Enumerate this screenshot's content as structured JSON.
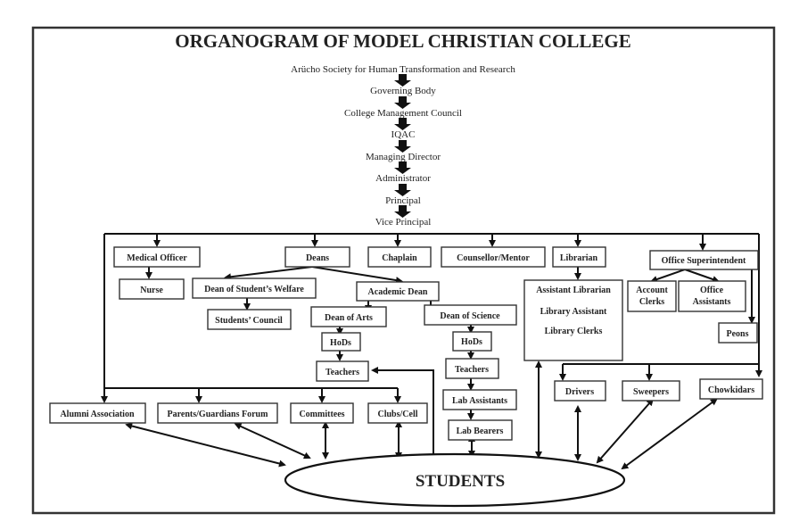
{
  "title": "ORGANOGRAM OF MODEL CHRISTIAN COLLEGE",
  "top_chain": [
    "Arücho Society for Human Transformation and Research",
    "Governing Body",
    "College Management Council",
    "IQAC",
    "Managing Director",
    "Administrator",
    "Principal",
    "Vice Principal"
  ],
  "nodes": {
    "medical_officer": "Medical Officer",
    "nurse": "Nurse",
    "deans": "Deans",
    "dean_students_welfare": "Dean of Student’s Welfare",
    "students_council": "Students’ Council",
    "academic_dean": "Academic Dean",
    "dean_arts": "Dean of Arts",
    "hods_arts": "HoDs",
    "teachers_arts": "Teachers",
    "dean_science": "Dean of Science",
    "hods_science": "HoDs",
    "teachers_science": "Teachers",
    "lab_assistants": "Lab Assistants",
    "lab_bearers": "Lab Bearers",
    "chaplain": "Chaplain",
    "counsellor": "Counsellor/Mentor",
    "librarian": "Librarian",
    "assistant_librarian": "Assistant  Librarian",
    "library_assistant": "Library Assistant",
    "library_clerks": "Library Clerks",
    "office_superintendent": "Office Superintendent",
    "account_clerks_1": "Account",
    "account_clerks_2": "Clerks",
    "office_assistants_1": "Office",
    "office_assistants_2": "Assistants",
    "peons": "Peons",
    "drivers": "Drivers",
    "sweepers": "Sweepers",
    "chowkidars": "Chowkidars",
    "alumni": "Alumni Association",
    "parents": "Parents/Guardians Forum",
    "committees": "Committees",
    "clubs": "Clubs/Cell",
    "students": "STUDENTS"
  }
}
